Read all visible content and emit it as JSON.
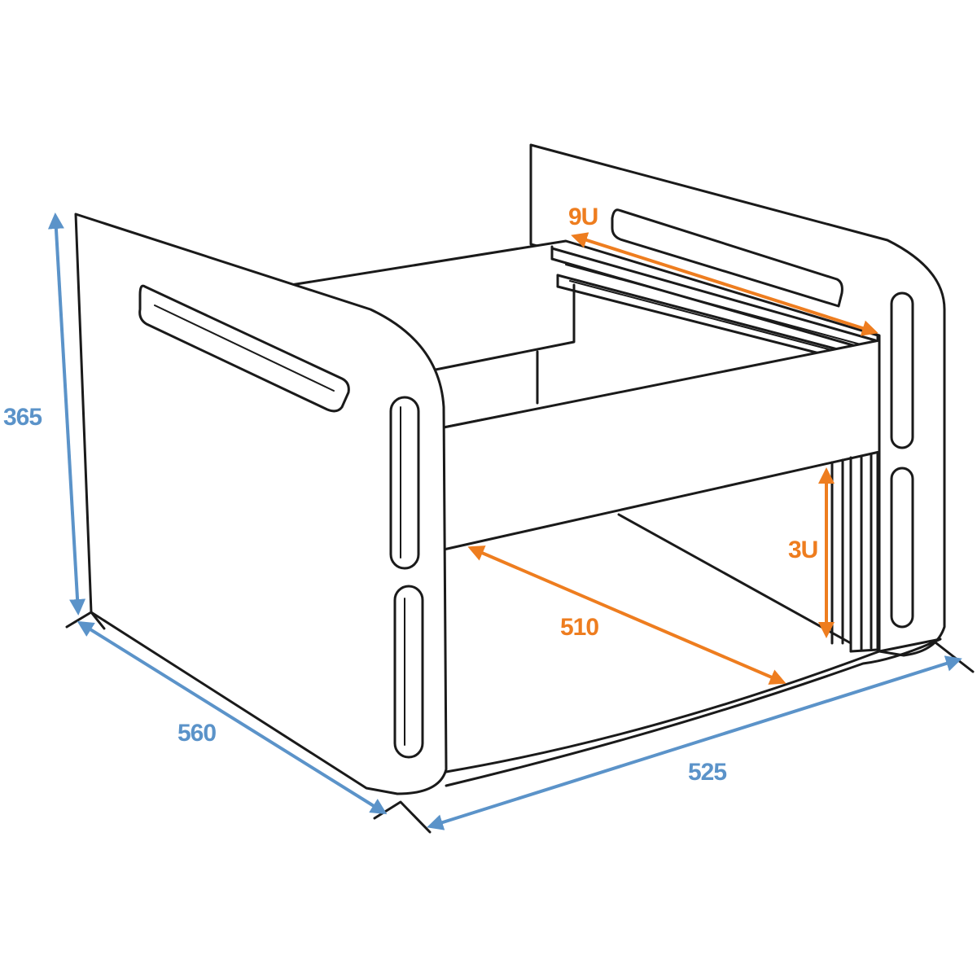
{
  "colors": {
    "outline": "#1a1a1a",
    "outer_dimension": "#5b93c9",
    "inner_dimension": "#ee7d1f"
  },
  "dimensions": {
    "height": "365",
    "depth": "560",
    "width": "525",
    "inner_depth": "510",
    "top_rack_units": "9U",
    "bottom_rack_units": "3U"
  }
}
